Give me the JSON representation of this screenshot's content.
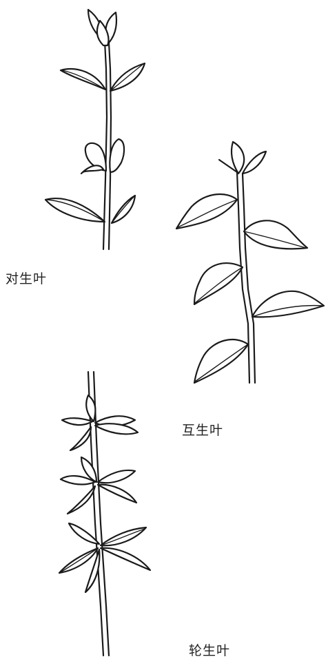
{
  "labels": {
    "opposite": "对生叶",
    "alternate": "互生叶",
    "whorled": "轮生叶"
  },
  "colors": {
    "ink": "#1a1a1a",
    "paper": "#ffffff"
  }
}
